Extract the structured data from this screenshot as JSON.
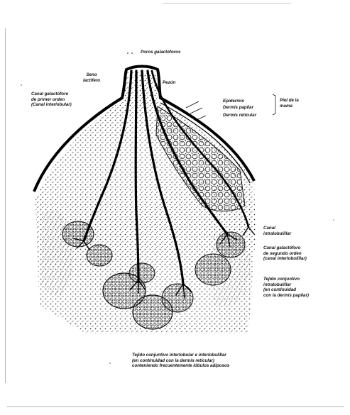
{
  "figure": {
    "title": "",
    "labels": {
      "poros": "Poros galactóforos",
      "seno": "Seno\nlactífero",
      "pezon": "Pezón",
      "canal_primer": "Canal galactóforo\nde primer orden\n(Canal interlobular)",
      "epidermis": "Epidermis",
      "dermis_papilar": "Dermis papilar",
      "dermis_reticular": "Dermis reticular",
      "piel": "Piel de la\nmama",
      "canal_intralobulillar": "Canal\nintralobulillar",
      "canal_segundo": "Canal galactóforo\nde segundo orden\n(canal interlobulillar)",
      "tejido_intra": "Tejido conjuntivo\nintralobulillar\n(en continuidad\ncon la dermis papilar)",
      "tejido_inter": "Tejido conjuntivo interlobular e interlobulillar\n(en continuidad con la dermis reticular)\nconteniendo frecuentemente lóbulos adiposos"
    }
  }
}
